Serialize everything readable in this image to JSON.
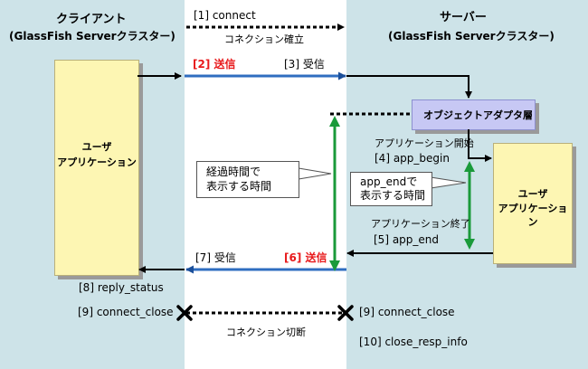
{
  "client": {
    "title": "クライアント",
    "subtitle": "(GlassFish Serverクラスター)",
    "app_line1": "ユーザ",
    "app_line2": "アプリケーション"
  },
  "server": {
    "title": "サーバー",
    "subtitle": "(GlassFish Serverクラスター)",
    "app_line1": "ユーザ",
    "app_line2": "アプリケーション",
    "adapter": "オブジェクトアダプタ層"
  },
  "steps": {
    "s1": "[1] connect",
    "s1_note": "コネクション確立",
    "s2": "[2] 送信",
    "s3": "[3] 受信",
    "s4_note": "アプリケーション開始",
    "s4": "[4] app_begin",
    "s5_note": "アプリケーション終了",
    "s5": "[5] app_end",
    "s6": "[6] 送信",
    "s7": "[7] 受信",
    "s8": "[8] reply_status",
    "s9_client": "[9] connect_close",
    "s9_server": "[9]  connect_close",
    "s9_note": "コネクション切断",
    "s10": "[10] close_resp_info"
  },
  "callouts": {
    "elapsed_line1": "経過時間で",
    "elapsed_line2": "表示する時間",
    "app_end_line1": "app_endで",
    "app_end_line2": "表示する時間"
  },
  "colors": {
    "panel": "#cde3e8",
    "app_box": "#fdf6b3",
    "adapter_box": "#c7c8f4",
    "blue_arrow": "#2f6ec0",
    "green_marker": "#1a9a3a",
    "red_text": "#e8191b"
  }
}
